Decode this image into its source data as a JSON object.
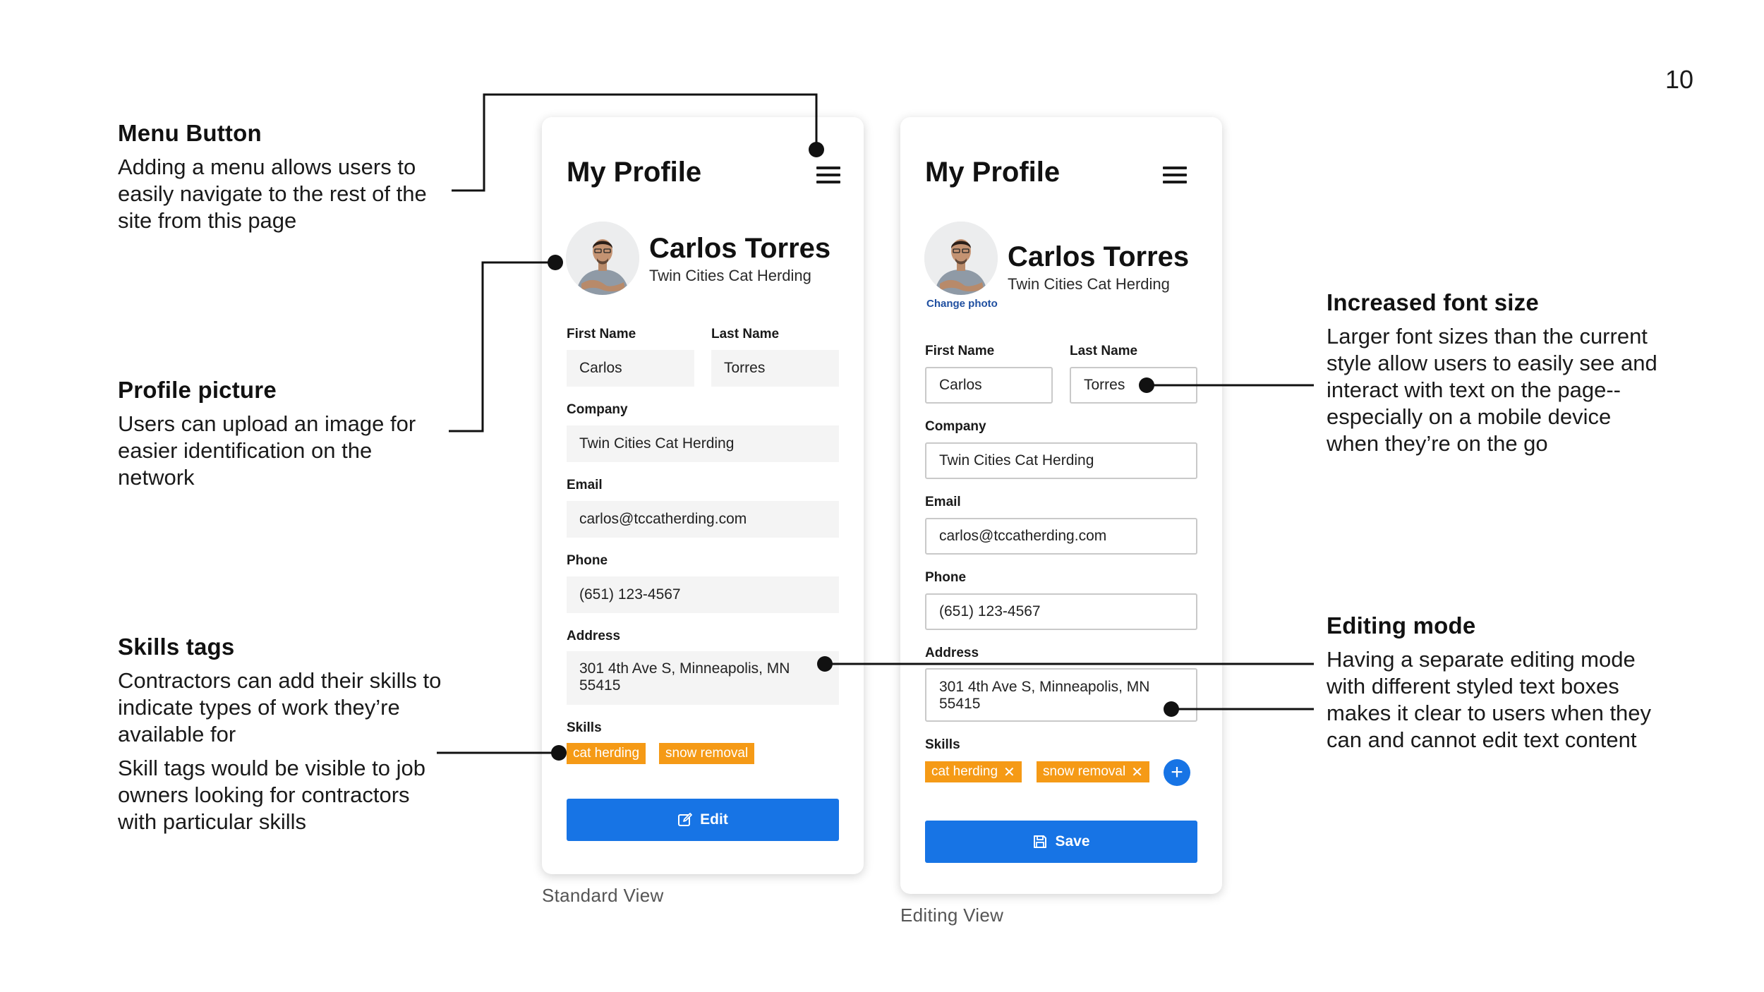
{
  "page_number": "10",
  "annotations": {
    "menu": {
      "title": "Menu Button",
      "body": "Adding a menu allows users to easily navigate to the rest of the site from this page"
    },
    "picture": {
      "title": "Profile picture",
      "body": "Users can upload an image for easier identification on the network"
    },
    "skills": {
      "title": "Skills tags",
      "body": "Contractors can add their skills to indicate types of work they’re available for",
      "body2": "Skill tags would be visible to job owners looking for contractors with particular skills"
    },
    "font": {
      "title": "Increased font size",
      "body": "Larger font sizes than the current style allow users to easily see and interact with text on the page--especially on a mobile device when they’re on the go"
    },
    "editing": {
      "title": "Editing mode",
      "body": "Having a separate editing mode with different styled text boxes makes it clear to users when they can and cannot edit text content"
    }
  },
  "profile": {
    "title": "My Profile",
    "name": "Carlos Torres",
    "company_subtitle": "Twin Cities Cat Herding",
    "change_photo": "Change photo",
    "labels": {
      "first_name": "First Name",
      "last_name": "Last Name",
      "company": "Company",
      "email": "Email",
      "phone": "Phone",
      "address": "Address",
      "skills": "Skills"
    },
    "values": {
      "first_name": "Carlos",
      "last_name": "Torres",
      "company": "Twin Cities Cat Herding",
      "email": "carlos@tccatherding.com",
      "phone": "(651) 123-4567",
      "address_line1": "301 4th Ave S, Minneapolis, MN",
      "address_line2": "55415"
    },
    "skills": [
      "cat herding",
      "snow removal"
    ],
    "remove_glyph": "✕",
    "add_glyph": "+",
    "edit_button": "Edit",
    "save_button": "Save"
  },
  "captions": {
    "standard": "Standard View",
    "editing": "Editing View"
  },
  "colors": {
    "primary_button": "#1774e5",
    "tag": "#f59a16",
    "link": "#1f4fa0"
  },
  "icons": {
    "menu": "hamburger-menu-icon",
    "edit": "edit-icon",
    "save": "save-icon",
    "add": "plus-icon",
    "remove": "close-icon"
  }
}
